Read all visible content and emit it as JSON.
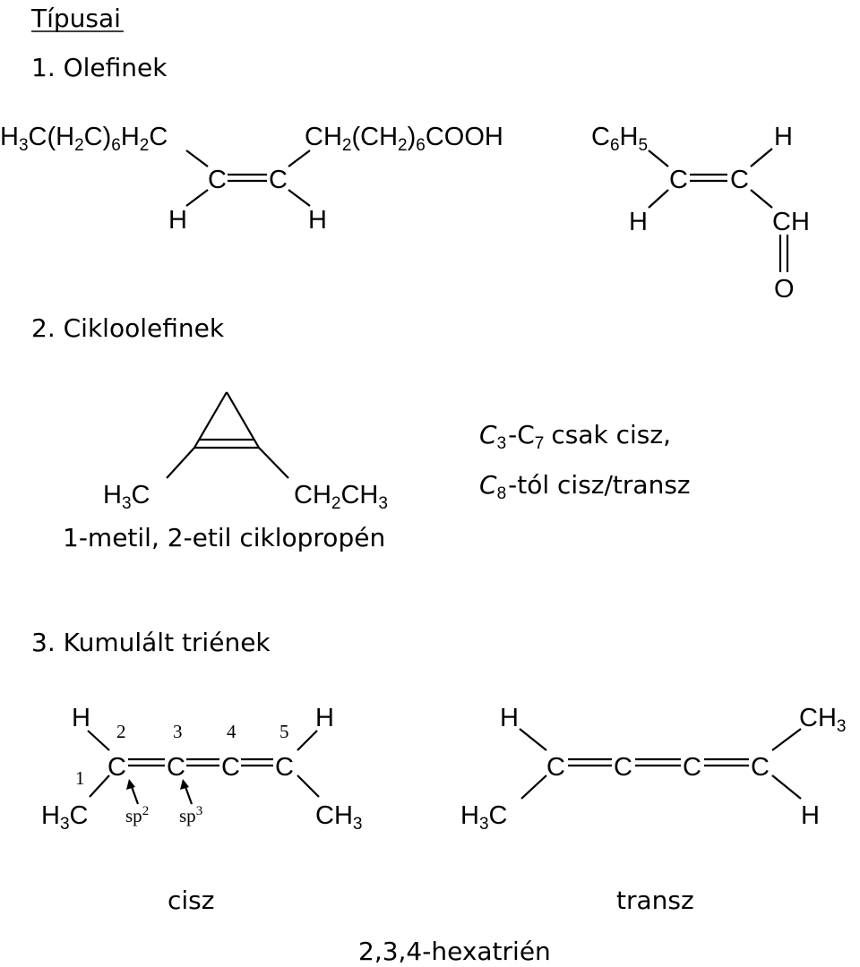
{
  "heading": "Típusai",
  "sections": {
    "olefins": "1. Olefinek",
    "cycloolefins": "2. Cikloolefinek",
    "cumulated": "3. Kumulált triének"
  },
  "oleic": {
    "left_group": "H",
    "left_group_sub1": "3",
    "left_group_mid": "C(H",
    "left_group_sub2": "2",
    "left_group_mid2": "C)",
    "left_group_sub3": "6",
    "left_group_mid3": "H",
    "left_group_sub4": "2",
    "left_group_end": "C",
    "right_group": "CH",
    "right_group_sub1": "2",
    "right_group_mid": "(CH",
    "right_group_sub2": "2",
    "right_group_mid2": ")",
    "right_group_sub3": "6",
    "right_group_end": "COOH",
    "c1": "C",
    "c2": "C",
    "h1": "H",
    "h2": "H"
  },
  "cinnamaldehyde": {
    "phenyl": "C",
    "phenyl_sub1": "6",
    "phenyl_mid": "H",
    "phenyl_sub2": "5",
    "h_top": "H",
    "c1": "C",
    "c2": "C",
    "h_bottom": "H",
    "ch": "CH",
    "o": "O"
  },
  "cyclopropene": {
    "left": "H",
    "left_sub": "3",
    "left_end": "C",
    "right": "CH",
    "right_sub1": "2",
    "right_mid": "CH",
    "right_sub2": "3",
    "name": "1-metil, 2-etil ciklopropén"
  },
  "note": {
    "line1_a": "C",
    "line1_sub1": "3",
    "line1_b": "-C",
    "line1_sub2": "7",
    "line1_c": "csak cisz,",
    "line2_a": "C",
    "line2_sub1": "8",
    "line2_b": "-tól cisz/transz"
  },
  "cis_triene": {
    "h_left": "H",
    "h_right": "H",
    "n1": "1",
    "n2": "2",
    "n3": "3",
    "n4": "4",
    "n5": "5",
    "c1": "C",
    "c2": "C",
    "c3": "C",
    "c4": "C",
    "ch3_left": "H",
    "ch3_left_sub": "3",
    "ch3_left_end": "C",
    "ch3_right": "CH",
    "ch3_right_sub": "3",
    "sp2": "sp",
    "sp2_sup": "2",
    "sp3": "sp",
    "sp3_sup": "3",
    "label": "cisz"
  },
  "trans_triene": {
    "h_left": "H",
    "ch3_right": "CH",
    "ch3_right_sub": "3",
    "c1": "C",
    "c2": "C",
    "c3": "C",
    "c4": "C",
    "ch3_left": "H",
    "ch3_left_sub": "3",
    "ch3_left_end": "C",
    "h_right": "H",
    "label": "transz"
  },
  "compound_name": "2,3,4-hexatrién"
}
